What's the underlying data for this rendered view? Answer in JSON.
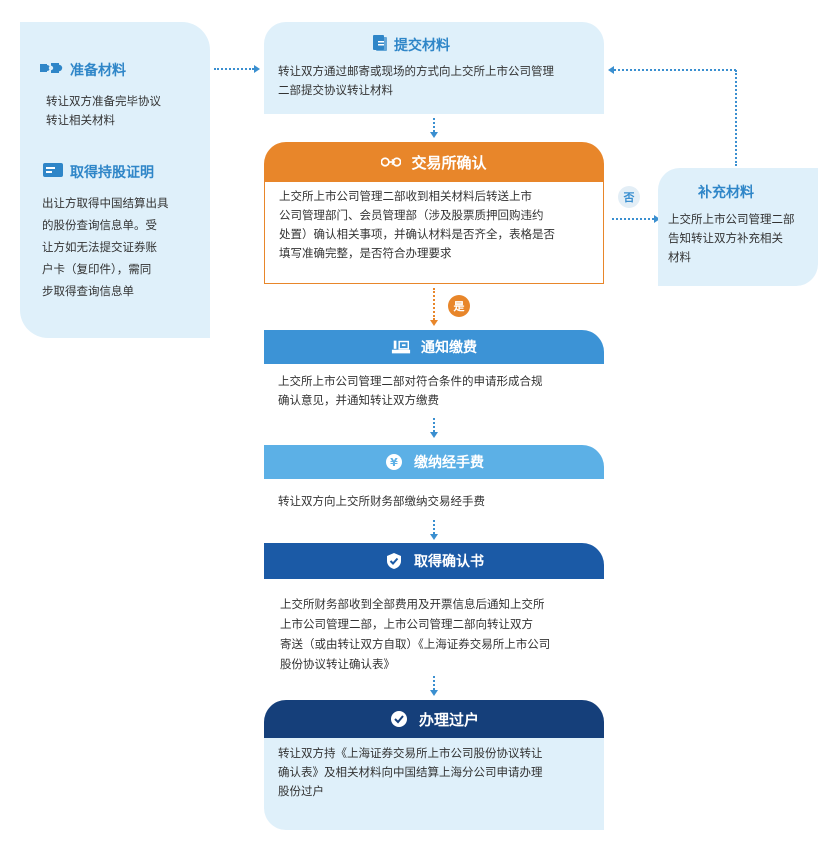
{
  "colors": {
    "light_blue_bg": "#dff0fa",
    "accent_blue": "#2f86c8",
    "orange": "#e8862a",
    "mid_blue": "#3c93d6",
    "light_header_blue": "#5cb0e6",
    "dark_blue": "#1b5aa6",
    "navy": "#153f7a"
  },
  "left_panel": {
    "prepare": {
      "icon": "puzzle-icon",
      "title": "准备材料",
      "text": [
        "转让双方准备完毕协议",
        "转让相关材料"
      ]
    },
    "certificate": {
      "icon": "id-card-icon",
      "title": "取得持股证明",
      "text": [
        "出让方取得中国结算出具",
        "的股份查询信息单。受",
        "让方如无法提交证券账",
        "户卡（复印件），需同",
        "步取得查询信息单"
      ]
    }
  },
  "right_panel": {
    "title": "补充材料",
    "text": [
      "上交所上市公司管理二部",
      "告知转让双方补充相关",
      "材料"
    ]
  },
  "branch_labels": {
    "no": "否",
    "yes": "是"
  },
  "steps": [
    {
      "icon": "document-icon",
      "title": "提交材料",
      "text": [
        "转让双方通过邮寄或现场的方式向上交所上市公司管理",
        "二部提交协议转让材料"
      ]
    },
    {
      "icon": "exchange-icon",
      "title": "交易所确认",
      "text": [
        "上交所上市公司管理二部收到相关材料后转送上市",
        "公司管理部门、会员管理部（涉及股票质押回购违约",
        "处置）确认相关事项，并确认材料是否齐全，表格是否",
        "填写准确完整，是否符合办理要求"
      ]
    },
    {
      "icon": "notice-icon",
      "title": "通知缴费",
      "text": [
        "上交所上市公司管理二部对符合条件的申请形成合规",
        "确认意见，并通知转让双方缴费"
      ]
    },
    {
      "icon": "yen-icon",
      "title": "缴纳经手费",
      "text": [
        "转让双方向上交所财务部缴纳交易经手费"
      ]
    },
    {
      "icon": "shield-icon",
      "title": "取得确认书",
      "text": [
        "上交所财务部收到全部费用及开票信息后通知上交所",
        "上市公司管理二部，上市公司管理二部向转让双方",
        "寄送（或由转让双方自取）《上海证券交易所上市公司",
        "股份协议转让确认表》"
      ]
    },
    {
      "icon": "check-circle-icon",
      "title": "办理过户",
      "text": [
        "转让双方持《上海证券交易所上市公司股份协议转让",
        "确认表》及相关材料向中国结算上海分公司申请办理",
        "股份过户"
      ]
    }
  ]
}
